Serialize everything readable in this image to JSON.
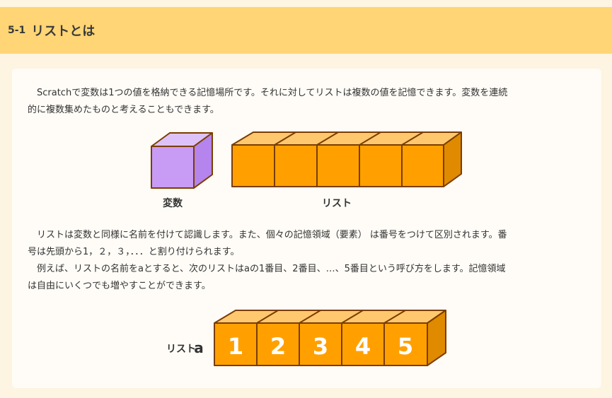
{
  "header": {
    "section_number": "5-1",
    "title": "リストとは"
  },
  "content": {
    "intro": "　Scratchで変数は1つの値を格納できる記憶場所です。それに対してリストは複数の値を記憶できます。変数を連続\n的に複数集めたものと考えることもできます。",
    "figure1": {
      "variable_label": "変数",
      "list_label": "リスト"
    },
    "explanation": "　リストは変数と同様に名前を付けて認識します。また、個々の記憶領域（要素） は番号をつけて区別されます。番\n号は先頭から1，２，３，．．．と割り付けられます。\n　例えば、リストの名前をaとすると、次のリストはaの1番目、2番目、…、5番目という呼び方をします。記憶領域\nは自由にいくつでも増やすことができます。",
    "figure2": {
      "list_label": "リスト",
      "list_name": "a",
      "element_numbers": [
        "1",
        "2",
        "3",
        "4",
        "5"
      ]
    }
  },
  "colors": {
    "header_bg": "#ffd575",
    "box_orange": "#ffa000",
    "box_top": "#ffc86e",
    "box_outline": "#7a3d00",
    "variable_purple": "#c89bf5"
  }
}
